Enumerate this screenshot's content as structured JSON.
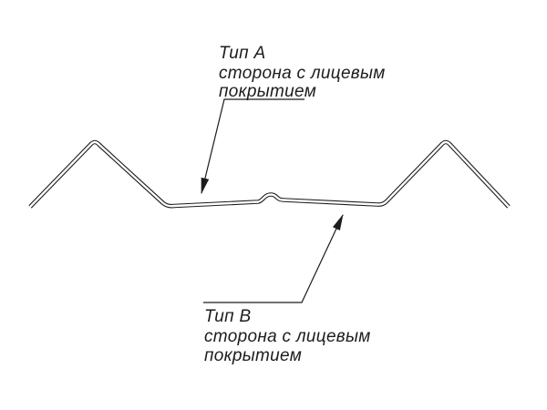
{
  "diagram": {
    "labels": {
      "type_a": {
        "title": "Тип А",
        "line1": "сторона с лицевым",
        "line2": "покрытием"
      },
      "type_b": {
        "title": "Тип В",
        "line1": "сторона с лицевым",
        "line2": "покрытием"
      }
    },
    "colors": {
      "line": "#1c1c1c",
      "background": "#ffffff"
    }
  }
}
